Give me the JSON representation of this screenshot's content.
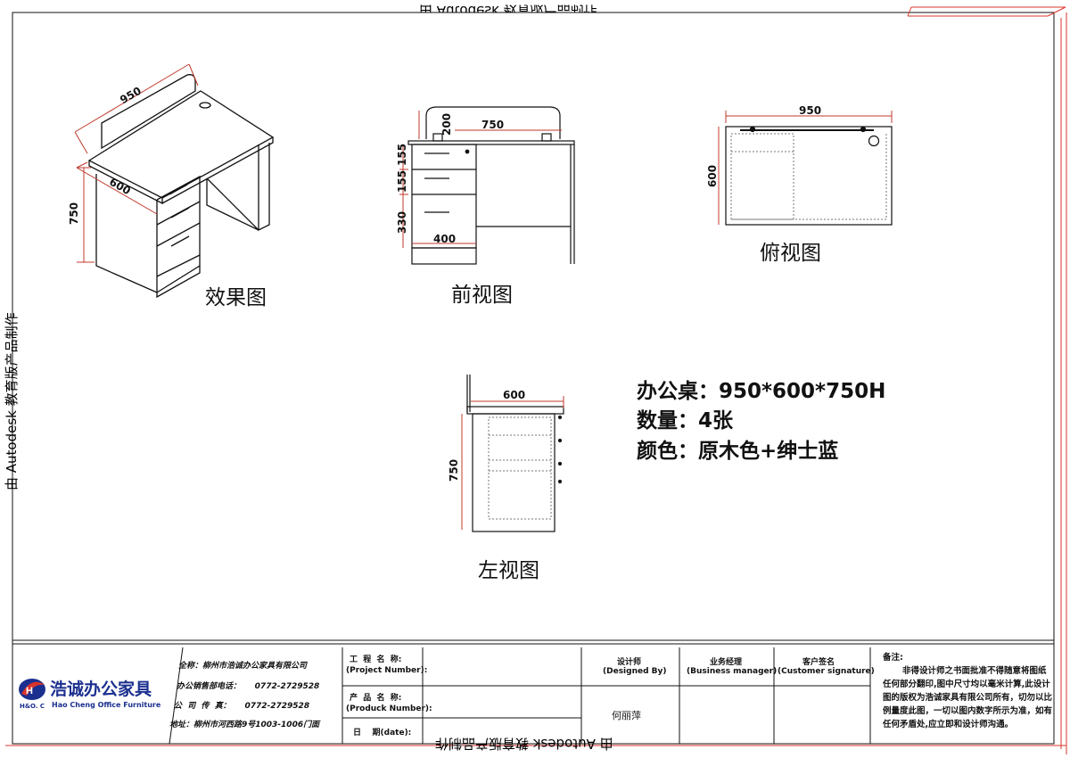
{
  "watermark": {
    "top": "由 Autodesk 教育版产品制作",
    "left": "由 Autodesk 教育版产品制作",
    "bottom": "由 Autodesk 教育版产品制作"
  },
  "views": {
    "effect": {
      "label": "效果图",
      "dims": {
        "width": "950",
        "depth": "600",
        "height": "750"
      }
    },
    "front": {
      "label": "前视图",
      "dims": {
        "panel": "200",
        "width": "750",
        "d1": "155",
        "d2": "155",
        "d3": "330",
        "pedestal": "400"
      }
    },
    "top": {
      "label": "俯视图",
      "dims": {
        "width": "950",
        "depth": "600"
      }
    },
    "left": {
      "label": "左视图",
      "dims": {
        "depth": "600",
        "height": "750"
      }
    }
  },
  "spec": {
    "line1": "办公桌：950*600*750H",
    "line2": "数量：4张",
    "line3": "颜色：原木色+绅士蓝"
  },
  "title_block": {
    "brand_cn": "浩诚办公家具",
    "brand_en": "Hao Cheng Office Furniture",
    "brand_abbr": "H&O. C",
    "company": "全称：柳州市浩诚办公家具有限公司",
    "sales_phone": "办公销售部电话：     0772-2729528",
    "fax": "公  司  传  真：     0772-2729528",
    "address": "地址：柳州市河西路9号1003-1006门面",
    "project_name_cn": "工  程  名  称:",
    "project_name_en": "(Project Number):",
    "product_name_cn": "产  品  名  称:",
    "product_name_en": "(Produck Number):",
    "date_label": "日    期(date):",
    "designer_cn": "设计师",
    "designer_en": "(Designed By)",
    "designer_value": "何丽萍",
    "manager_cn": "业务经理",
    "manager_en": "(Business manager)",
    "customer_cn": "客户签名",
    "customer_en": "(Customer signature)",
    "notes_title": "备注:",
    "notes_body": "非得设计师之书面批准不得随意将图纸任何部分翻印,图中尺寸均以毫米计算,此设计图的版权为浩诚家具有限公司所有，切勿以比例量度此图，一切以图内数字所示为准，如有任何矛盾处,应立即和设计师沟通。"
  },
  "colors": {
    "line": "#111111",
    "dim_red": "#c0392b",
    "frame_red": "#d9342b",
    "brand_blue": "#1b2f8f",
    "logo_red": "#d9342b"
  }
}
